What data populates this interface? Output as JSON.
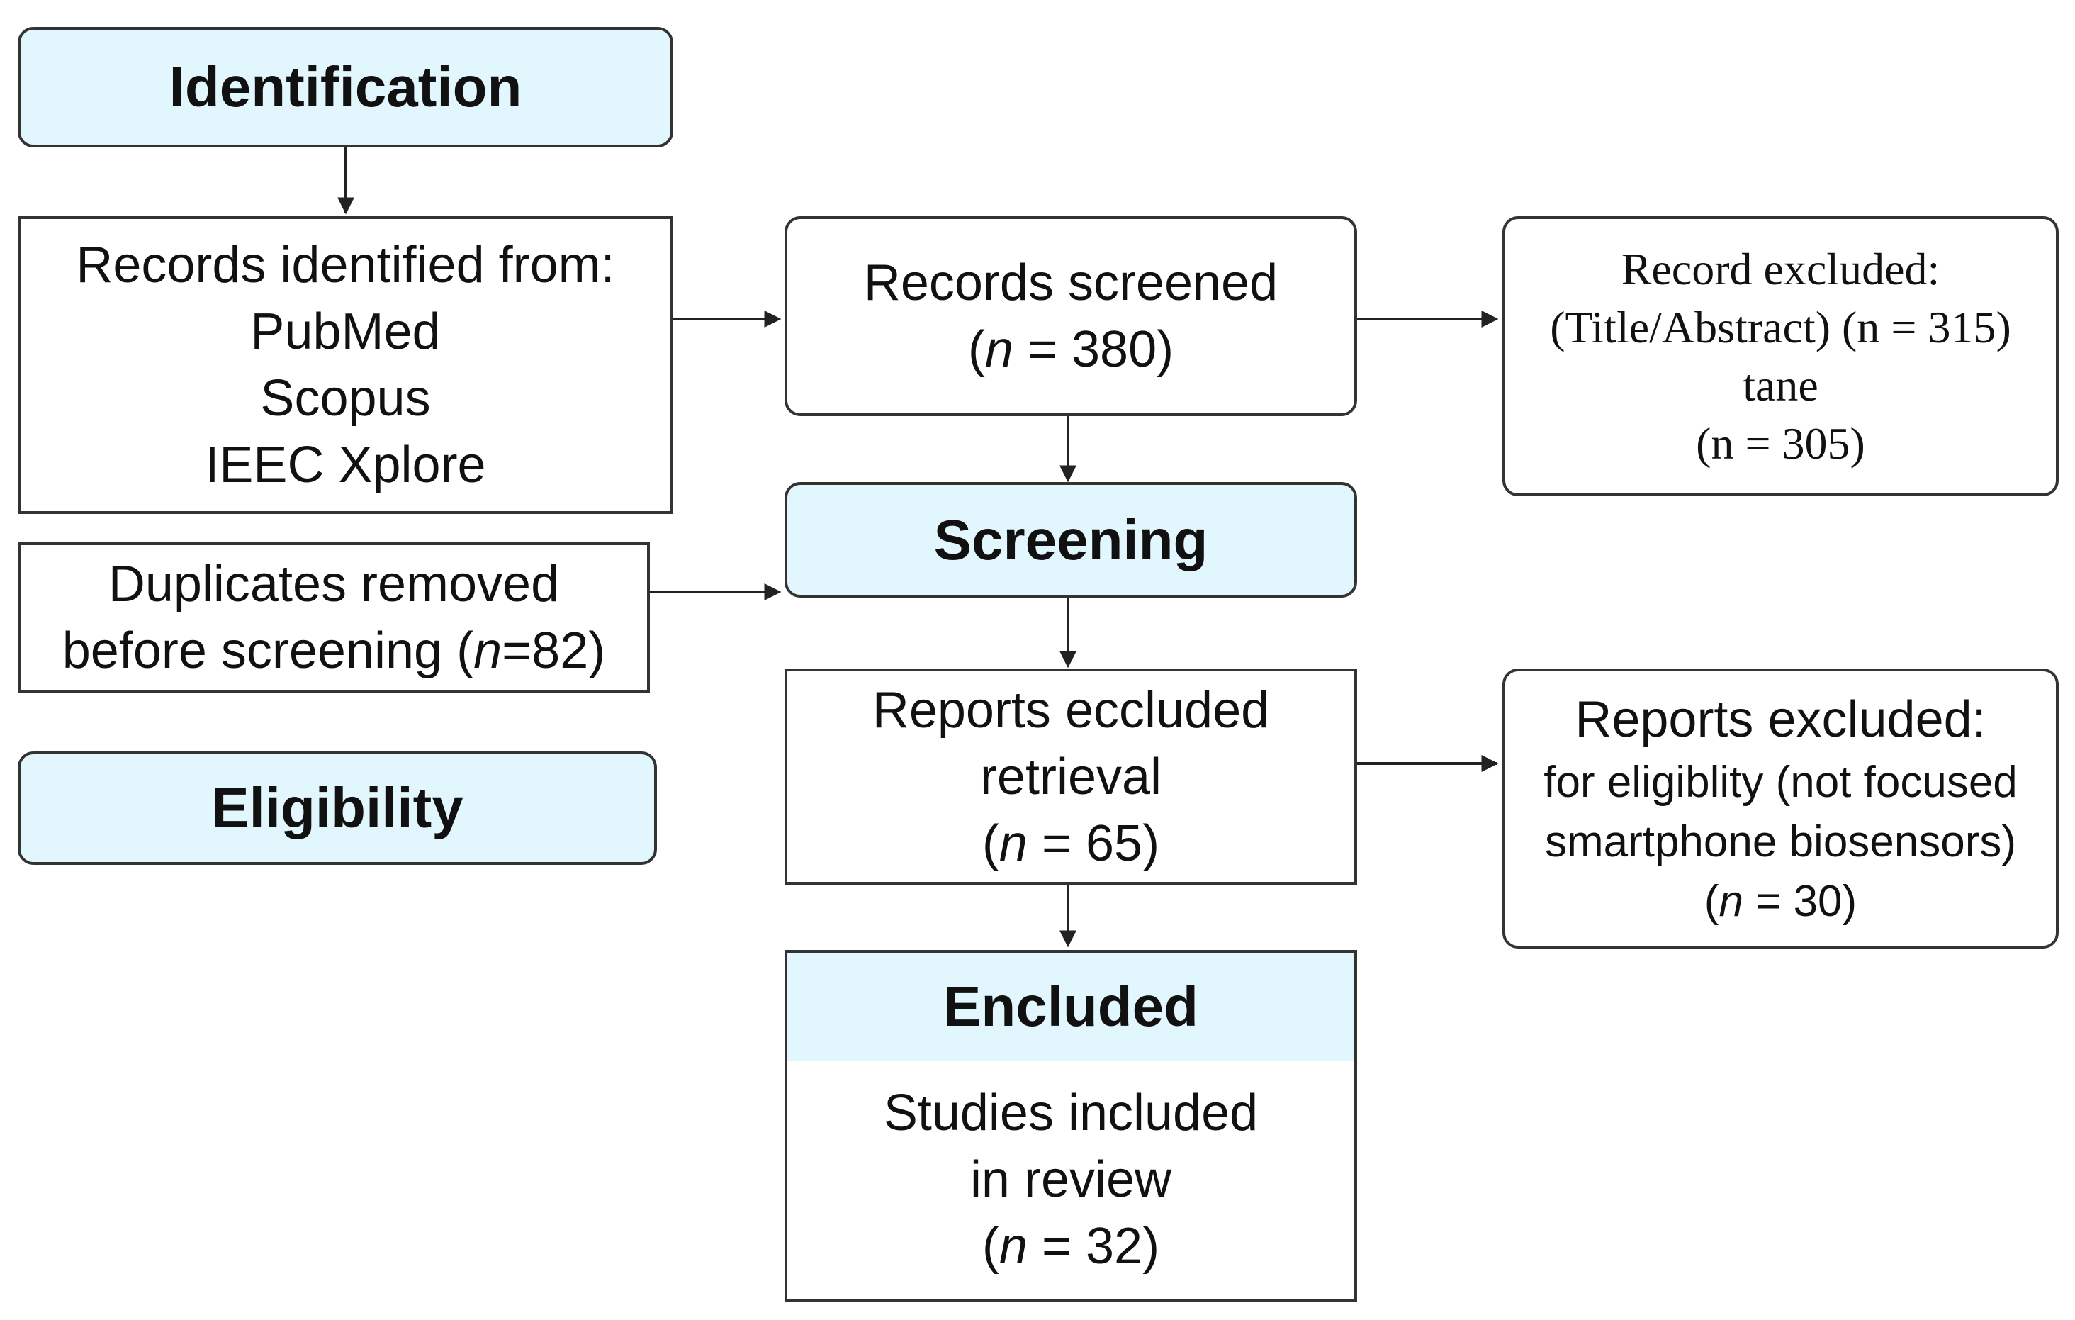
{
  "stages": {
    "identification": "Identification",
    "screening": "Screening",
    "eligibility": "Eligibility",
    "included": "Encluded"
  },
  "records_identified": {
    "heading": "Records identified from:",
    "sources": [
      "PubMed",
      "Scopus",
      "IEEC Xplore"
    ]
  },
  "duplicates": {
    "line1": "Duplicates removed",
    "line2_prefix": "before screening (",
    "n_symbol": "n",
    "line2_suffix": "=82)"
  },
  "records_screened": {
    "line1": "Records screened",
    "open": "(",
    "n_symbol": "n",
    "value": " = 380)"
  },
  "record_excluded": {
    "line1": "Record excluded:",
    "line2": "(Title/Abstract) (n = 315)",
    "line3": "tane",
    "line4": "(n = 305)"
  },
  "reports_retrieval": {
    "line1": "Reports eccluded",
    "line2": "retrieval",
    "open": "(",
    "n_symbol": "n",
    "value": " = 65)"
  },
  "reports_excluded": {
    "line1": "Reports excluded:",
    "line2": "for eligiblity (not focused",
    "line3": "smartphone biosensors)",
    "open": "(",
    "n_symbol": "n",
    "value": " = 30)"
  },
  "studies_included": {
    "line1": "Studies included",
    "line2": "in review",
    "open": "(",
    "n_symbol": "n",
    "value": " = 32)"
  },
  "colors": {
    "stage_fill": "#e2f6fd",
    "border": "#333333",
    "text": "#111111"
  }
}
